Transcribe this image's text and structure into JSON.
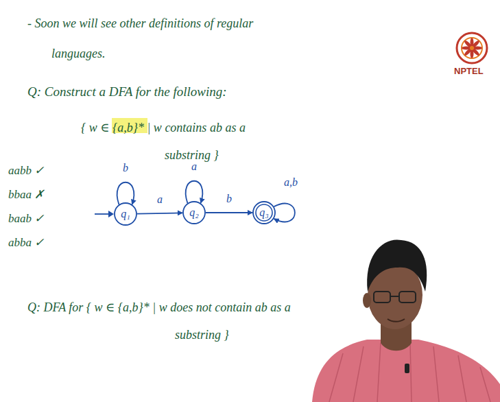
{
  "diagram": {
    "nodes": [
      {
        "text": [
          "q₁"
        ]
      },
      {
        "text": [
          "q₂"
        ]
      },
      {
        "text": [
          "q₃"
        ]
      }
    ],
    "edges": [
      {
        "from": 0,
        "to": 0,
        "label": "b",
        "arrow": "to"
      },
      {
        "from": 0,
        "to": 1,
        "label": "a",
        "arrow": "to"
      },
      {
        "from": 1,
        "to": 1,
        "label": "a",
        "arrow": "to"
      },
      {
        "from": 1,
        "to": 2,
        "label": "b",
        "arrow": "to"
      },
      {
        "from": 2,
        "to": 2,
        "label": "a,b",
        "arrow": "to"
      }
    ],
    "labels": [
      "- Soon we will see other definitions of regular languages.",
      "NPTEL",
      "Q: Construct a DFA for the following:",
      "{ w ∈ {a,b}* | w contains ab as a substring }",
      "aabb ✓",
      "bbaa ✗",
      "baab ✓",
      "abba ✓",
      "Q: DFA for { w ∈ {a,b}* | w does not contain ab as a substring }"
    ]
  }
}
